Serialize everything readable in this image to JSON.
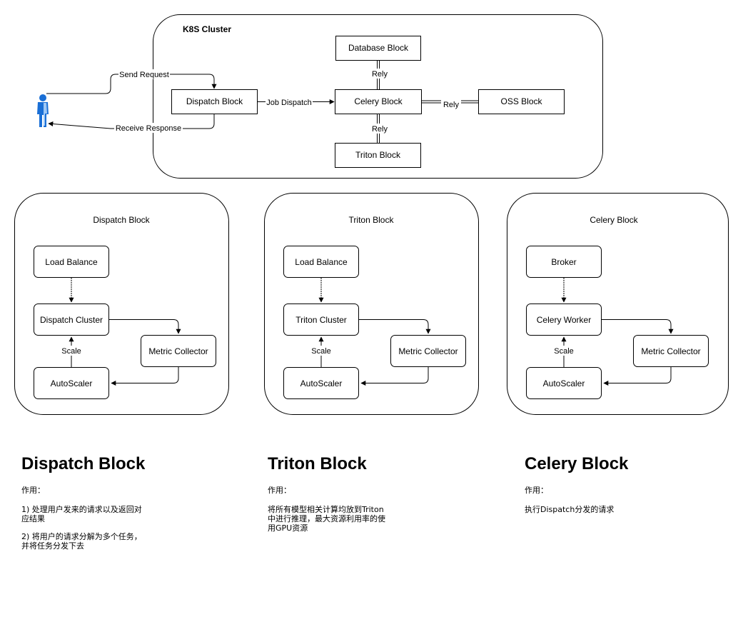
{
  "top": {
    "cluster_label": "K8S Cluster",
    "dispatch_block": "Dispatch Block",
    "database_block": "Database Block",
    "celery_block": "Celery Block",
    "oss_block": "OSS Block",
    "triton_block": "Triton Block",
    "send_request": "Send Request",
    "receive_response": "Receive Response",
    "job_dispatch": "Job Dispatch",
    "rely_database": "Rely",
    "rely_oss": "Rely",
    "rely_triton": "Rely",
    "user_icon": "user-icon"
  },
  "panels": [
    {
      "title": "Dispatch Block",
      "top_box": "Load Balance",
      "cluster_box": "Dispatch Cluster",
      "metric_box": "Metric Collector",
      "scaler_box": "AutoScaler",
      "scale_label": "Scale"
    },
    {
      "title": "Triton Block",
      "top_box": "Load Balance",
      "cluster_box": "Triton Cluster",
      "metric_box": "Metric Collector",
      "scaler_box": "AutoScaler",
      "scale_label": "Scale"
    },
    {
      "title": "Celery Block",
      "top_box": "Broker",
      "cluster_box": "Celery Worker",
      "metric_box": "Metric Collector",
      "scaler_box": "AutoScaler",
      "scale_label": "Scale"
    }
  ],
  "descriptions": [
    {
      "heading": "Dispatch Block",
      "role_label": "作用：",
      "lines_a": [
        "1) 处理用户发来的请求以及返回对",
        "应结果"
      ],
      "lines_b": [
        "2) 将用户的请求分解为多个任务，",
        "并将任务分发下去"
      ]
    },
    {
      "heading": "Triton Block",
      "role_label": "作用：",
      "lines_a": [
        "将所有模型相关计算均放到Triton",
        "中进行推理，最大资源利用率的使",
        "用GPU资源"
      ],
      "lines_b": []
    },
    {
      "heading": "Celery Block",
      "role_label": "作用：",
      "lines_a": [
        "执行Dispatch分发的请求"
      ],
      "lines_b": []
    }
  ],
  "colors": {
    "stroke": "#000000",
    "user_body": "#1a6fd6",
    "user_shade": "#9fc8f5"
  }
}
